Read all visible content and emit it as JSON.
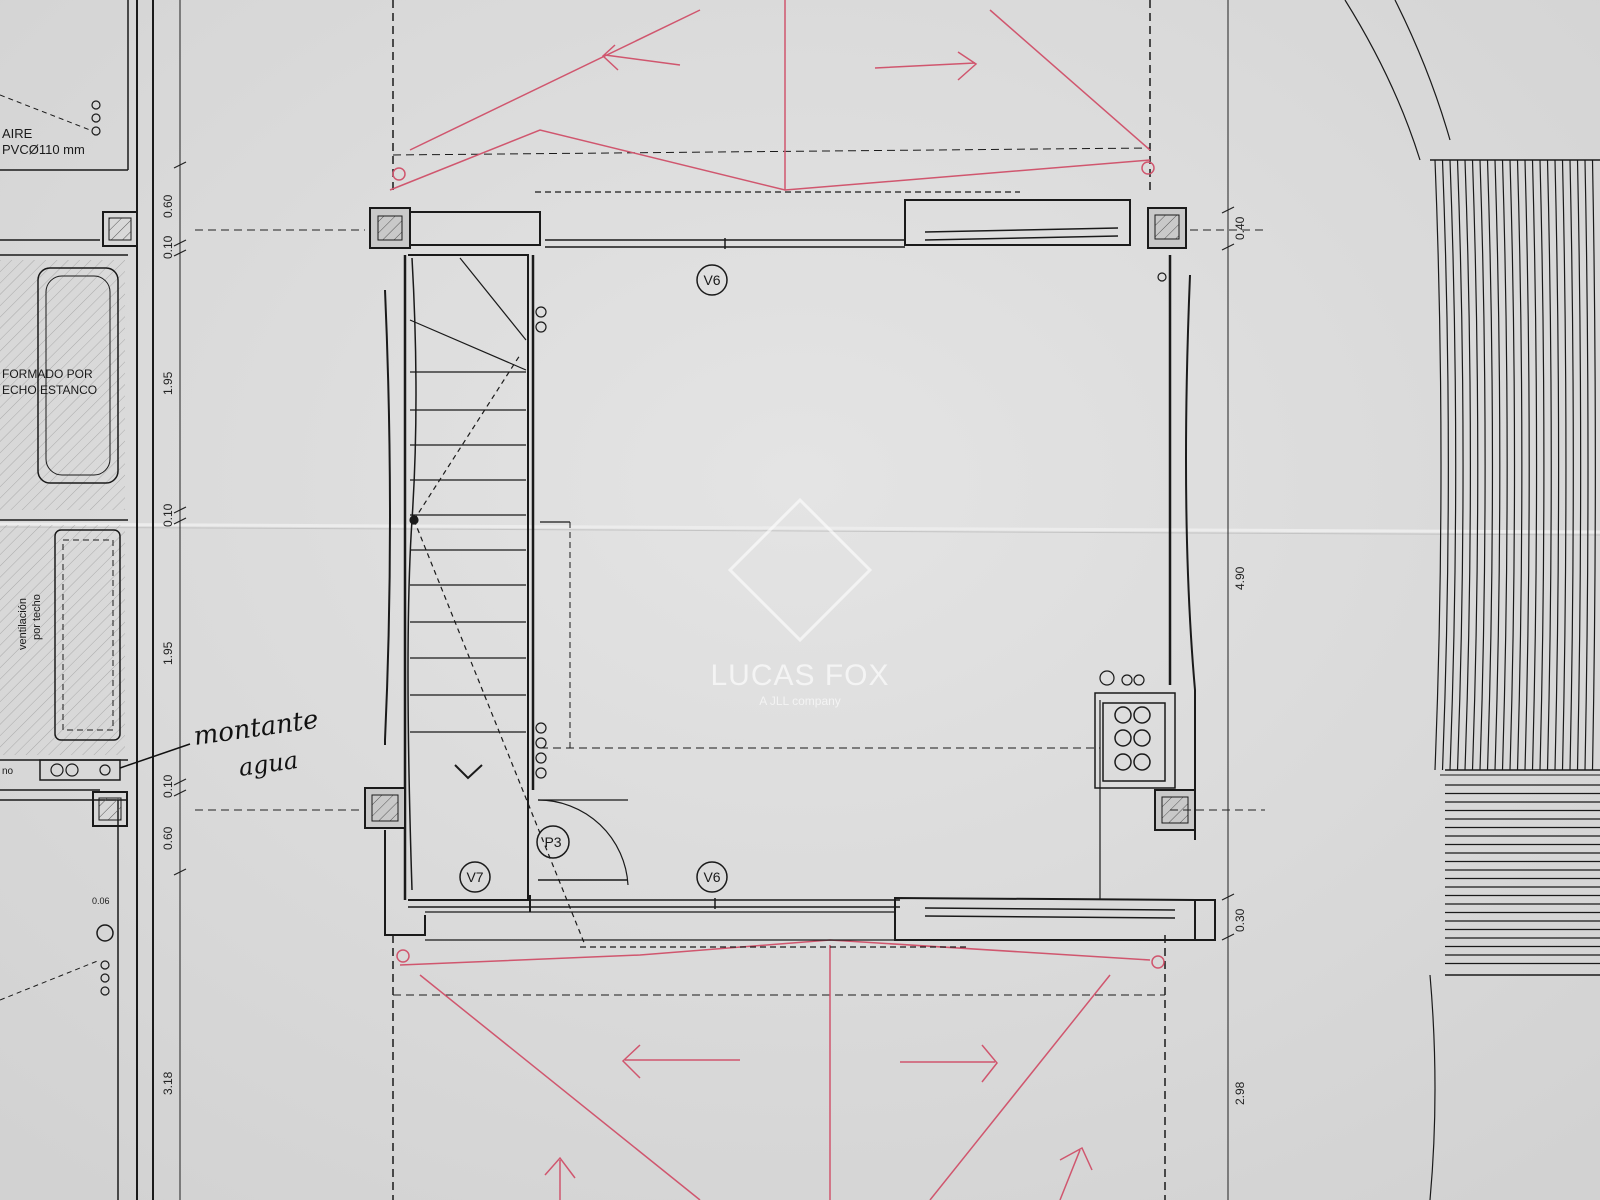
{
  "plan": {
    "dimensions": {
      "left_a": "0.60",
      "left_b": "0.10",
      "left_c": "1.95",
      "left_d": "0.10",
      "left_e": "1.95",
      "left_f": "0.10",
      "left_g": "0.60",
      "left_h": "3.18",
      "right_a": "0.40",
      "right_b": "4.90",
      "right_c": "0.30",
      "right_d": "2.98"
    },
    "tags": {
      "window_top": "V6",
      "window_bottom": "V6",
      "window_left": "V7",
      "door": "P3"
    },
    "left_labels": {
      "aire": "AIRE",
      "pvc": "PVCØ110 mm",
      "formado_1": "FORMADO POR",
      "formado_2": "ECHO ESTANCO",
      "vent_1": "ventilación",
      "vent_2": "por techo",
      "small_left": "no",
      "small_tag": "0.06"
    },
    "annotation": {
      "line1": "montante",
      "line2": "agua"
    },
    "watermark": {
      "brand": "LUCAS FOX",
      "tagline": "A JLL company"
    }
  },
  "colors": {
    "paper": "#dcdcdc",
    "ink": "#1a1a1a",
    "pencil_red": "#d0566e",
    "wall_fill": "#c9c9c9"
  }
}
